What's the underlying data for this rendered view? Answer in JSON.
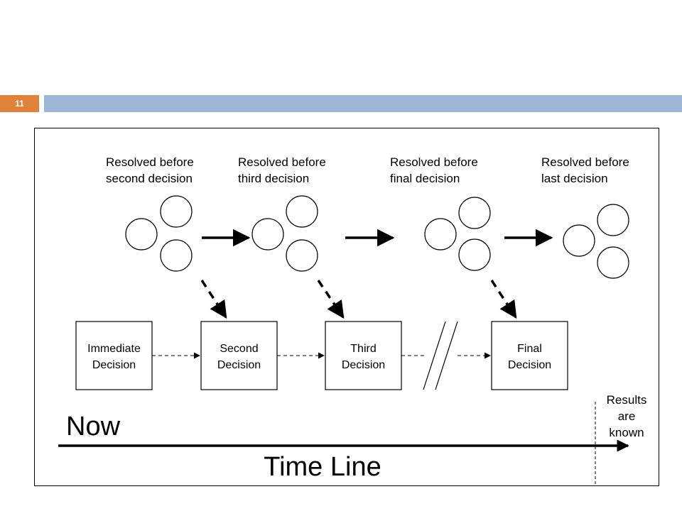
{
  "slide": {
    "number": "11"
  },
  "colors": {
    "slide_number_bg": "#e0823a",
    "header_bar": "#9ab7d6"
  },
  "stages": [
    {
      "label_line1": "Resolved before",
      "label_line2": "second decision"
    },
    {
      "label_line1": "Resolved before",
      "label_line2": "third  decision"
    },
    {
      "label_line1": "Resolved before",
      "label_line2": "final decision"
    },
    {
      "label_line1": "Resolved before",
      "label_line2": "last decision"
    }
  ],
  "decisions": [
    {
      "line1": "Immediate",
      "line2": "Decision"
    },
    {
      "line1": "Second",
      "line2": "Decision"
    },
    {
      "line1": "Third",
      "line2": "Decision"
    },
    {
      "line1": "Final",
      "line2": "Decision"
    }
  ],
  "results": {
    "line1": "Results",
    "line2": "are",
    "line3": "known"
  },
  "timeline": {
    "now_label": "Now",
    "title": "Time Line"
  }
}
